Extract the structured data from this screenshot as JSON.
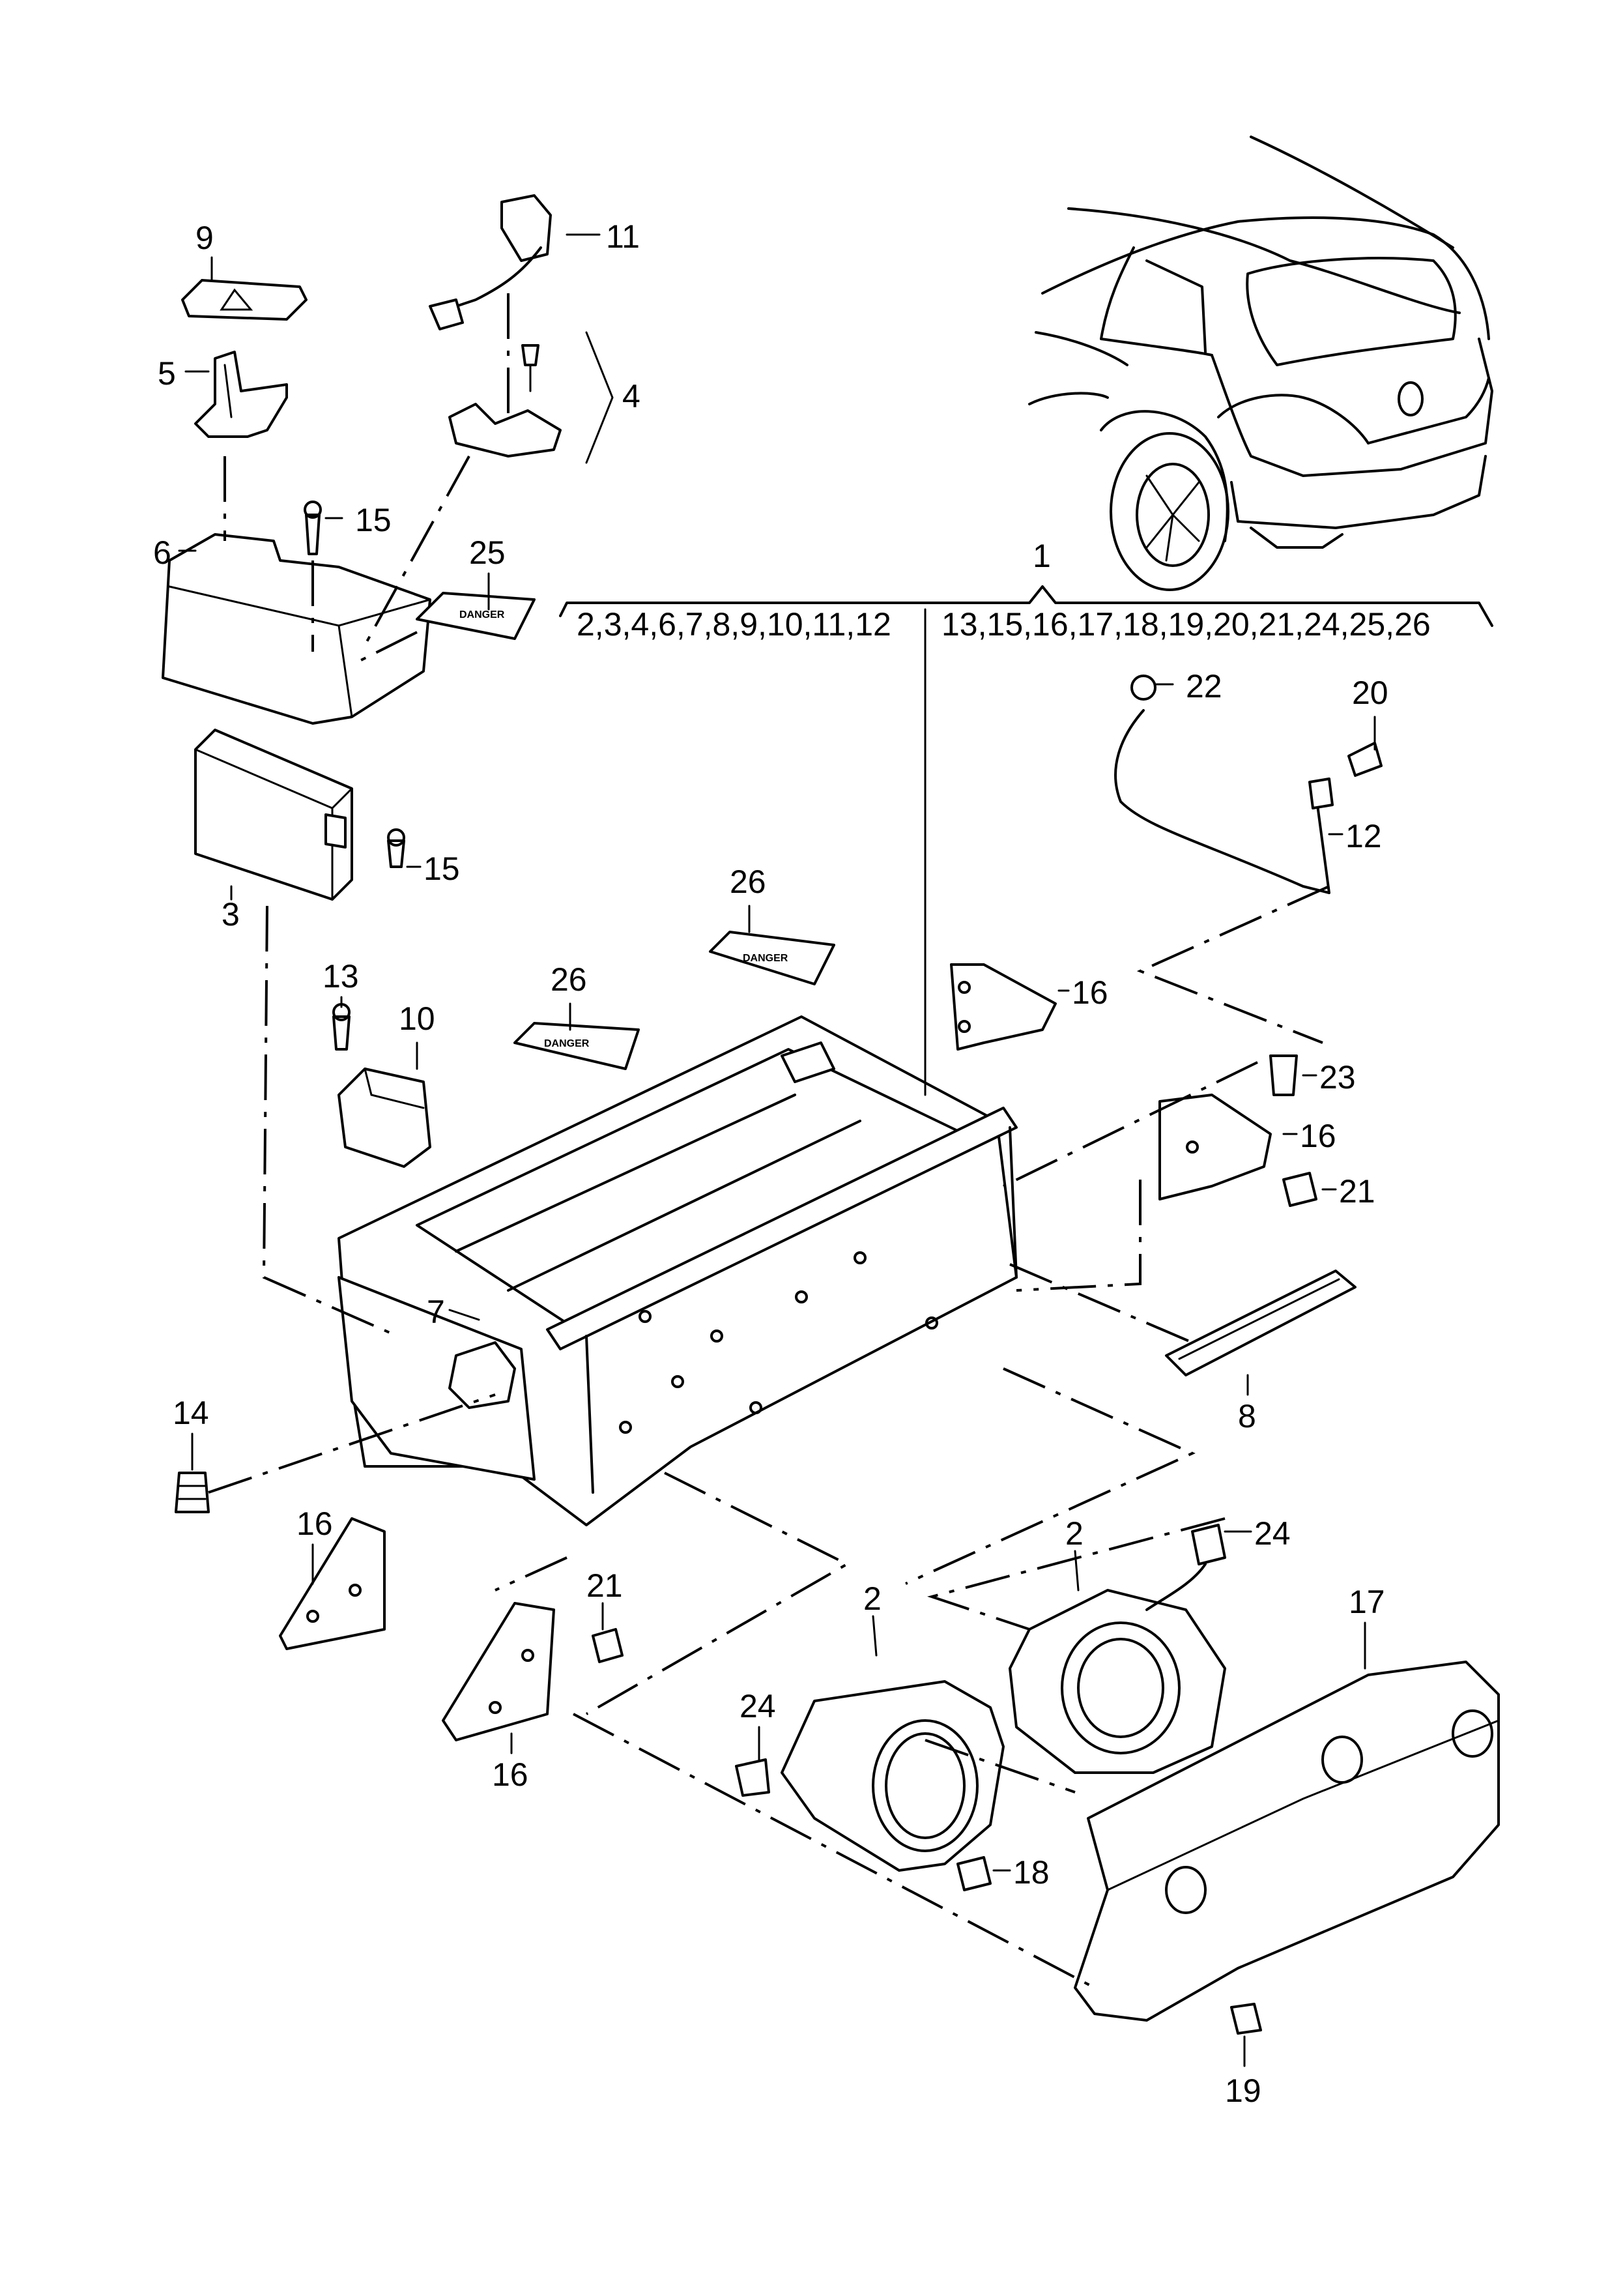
{
  "callouts": [
    {
      "id": "c9",
      "label": "9"
    },
    {
      "id": "c11",
      "label": "11"
    },
    {
      "id": "c5",
      "label": "5"
    },
    {
      "id": "c4",
      "label": "4"
    },
    {
      "id": "c15a",
      "label": "15"
    },
    {
      "id": "c6",
      "label": "6"
    },
    {
      "id": "c25",
      "label": "25"
    },
    {
      "id": "c1",
      "label": "1"
    },
    {
      "id": "c22",
      "label": "22"
    },
    {
      "id": "c20",
      "label": "20"
    },
    {
      "id": "c15b",
      "label": "15"
    },
    {
      "id": "c3",
      "label": "3"
    },
    {
      "id": "c12",
      "label": "12"
    },
    {
      "id": "c26a",
      "label": "26"
    },
    {
      "id": "c26b",
      "label": "26"
    },
    {
      "id": "c16a",
      "label": "16"
    },
    {
      "id": "c13",
      "label": "13"
    },
    {
      "id": "c10",
      "label": "10"
    },
    {
      "id": "c23",
      "label": "23"
    },
    {
      "id": "c16b",
      "label": "16"
    },
    {
      "id": "c21a",
      "label": "21"
    },
    {
      "id": "c7",
      "label": "7"
    },
    {
      "id": "c8",
      "label": "8"
    },
    {
      "id": "c14",
      "label": "14"
    },
    {
      "id": "c16c",
      "label": "16"
    },
    {
      "id": "c2a",
      "label": "2"
    },
    {
      "id": "c24a",
      "label": "24"
    },
    {
      "id": "c21b",
      "label": "21"
    },
    {
      "id": "c2b",
      "label": "2"
    },
    {
      "id": "c17",
      "label": "17"
    },
    {
      "id": "c16d",
      "label": "16"
    },
    {
      "id": "c24b",
      "label": "24"
    },
    {
      "id": "c18",
      "label": "18"
    },
    {
      "id": "c19",
      "label": "19"
    }
  ],
  "group_left": "2,3,4,6,7,8,9,10,11,12",
  "group_right": "13,15,16,17,18,19,20,21,24,25,26",
  "warning_label": "DANGER"
}
